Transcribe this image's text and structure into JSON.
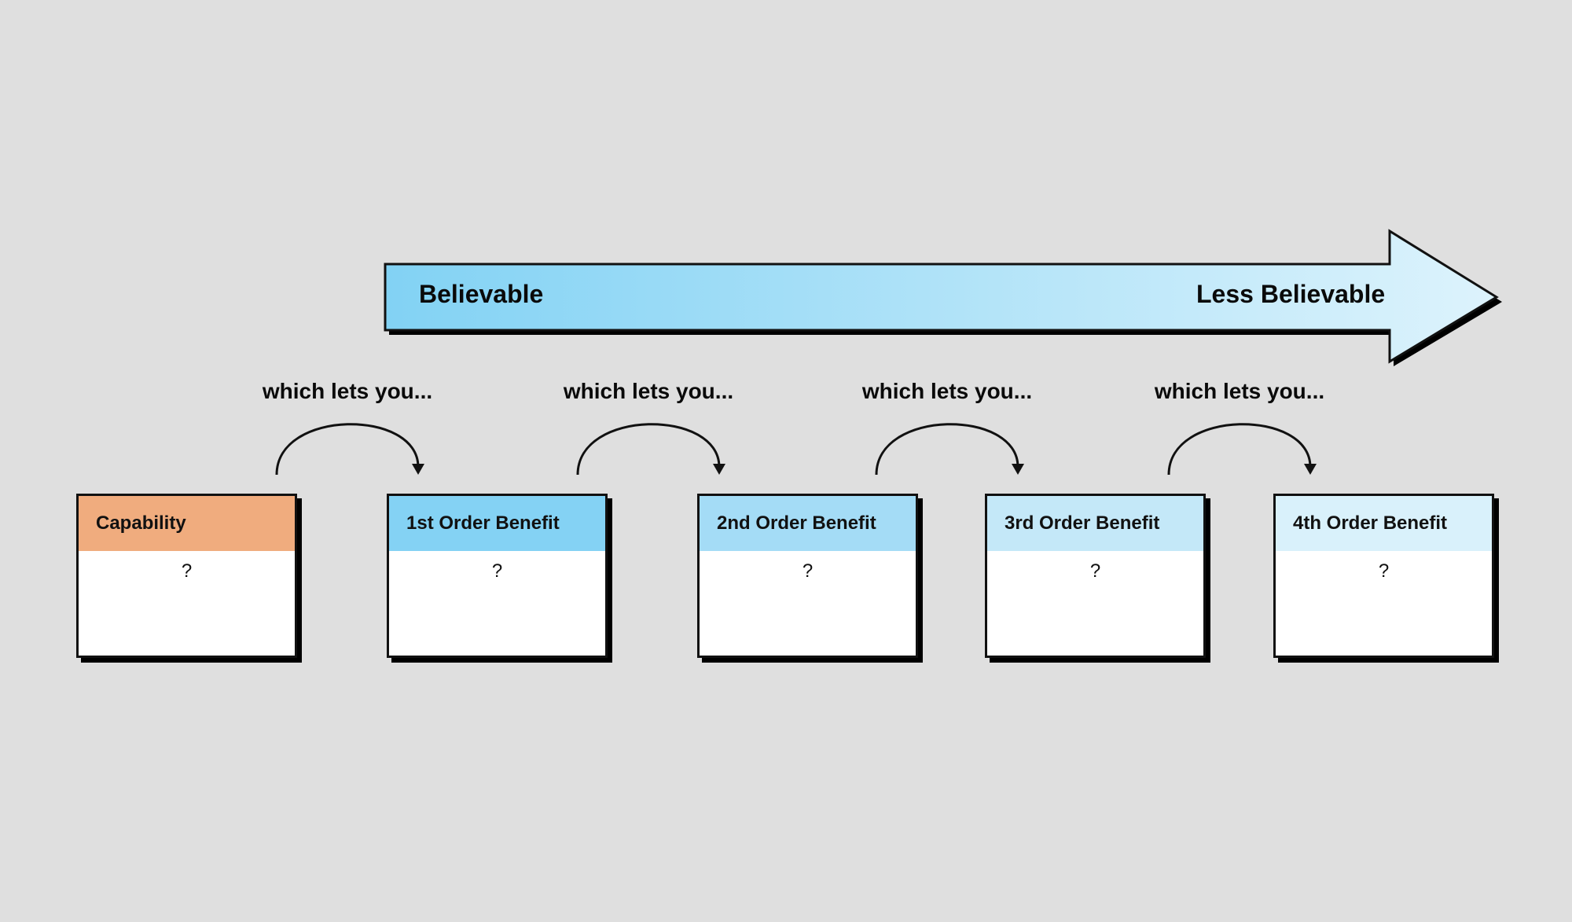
{
  "scale": {
    "start_label": "Believable",
    "end_label": "Less Believable",
    "gradient_start": "#82d2f4",
    "gradient_end": "#ddf3fc"
  },
  "connector_text": "which lets you...",
  "cards": [
    {
      "title": "Capability",
      "content": "?",
      "header_color": "#f0ac7e"
    },
    {
      "title": "1st Order Benefit",
      "content": "?",
      "header_color": "#84d2f4"
    },
    {
      "title": "2nd Order Benefit",
      "content": "?",
      "header_color": "#a4dcf6"
    },
    {
      "title": "3rd Order Benefit",
      "content": "?",
      "header_color": "#c4e8f8"
    },
    {
      "title": "4th Order Benefit",
      "content": "?",
      "header_color": "#d9f1fb"
    }
  ]
}
